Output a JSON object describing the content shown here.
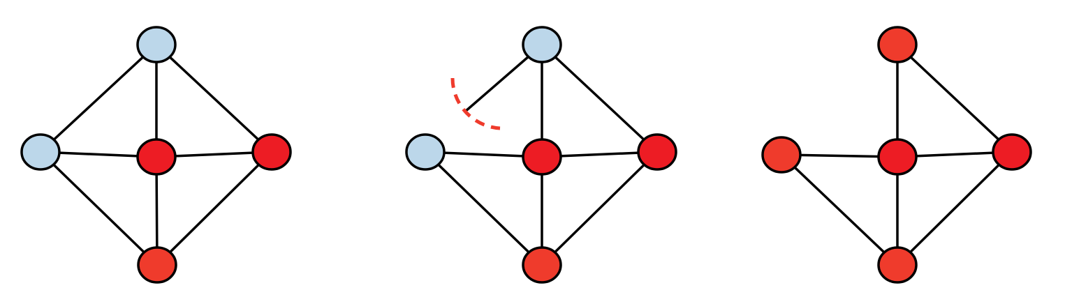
{
  "colors": {
    "susceptible": "#bcd7ea",
    "infected_core": "#ed1c24",
    "infected": "#ef3b2c",
    "edge": "#000000",
    "removed_edge_marker": "#ef3b2c"
  },
  "panels": [
    {
      "id": "panel-1",
      "nodes": [
        {
          "id": "top",
          "state": "susceptible"
        },
        {
          "id": "left",
          "state": "susceptible"
        },
        {
          "id": "center",
          "state": "infected_core"
        },
        {
          "id": "right",
          "state": "infected_core"
        },
        {
          "id": "bottom",
          "state": "infected"
        }
      ],
      "edges": [
        [
          "top",
          "left"
        ],
        [
          "top",
          "center"
        ],
        [
          "top",
          "right"
        ],
        [
          "left",
          "center"
        ],
        [
          "center",
          "right"
        ],
        [
          "left",
          "bottom"
        ],
        [
          "center",
          "bottom"
        ],
        [
          "right",
          "bottom"
        ]
      ],
      "removed_edges": []
    },
    {
      "id": "panel-2",
      "nodes": [
        {
          "id": "top",
          "state": "susceptible"
        },
        {
          "id": "left",
          "state": "susceptible"
        },
        {
          "id": "center",
          "state": "infected_core"
        },
        {
          "id": "right",
          "state": "infected_core"
        },
        {
          "id": "bottom",
          "state": "infected"
        }
      ],
      "edges": [
        [
          "top",
          "center"
        ],
        [
          "top",
          "right"
        ],
        [
          "left",
          "center"
        ],
        [
          "center",
          "right"
        ],
        [
          "left",
          "bottom"
        ],
        [
          "center",
          "bottom"
        ],
        [
          "right",
          "bottom"
        ]
      ],
      "removed_edges": [
        [
          "top",
          "left"
        ]
      ]
    },
    {
      "id": "panel-3",
      "nodes": [
        {
          "id": "top",
          "state": "infected"
        },
        {
          "id": "left",
          "state": "infected"
        },
        {
          "id": "center",
          "state": "infected_core"
        },
        {
          "id": "right",
          "state": "infected_core"
        },
        {
          "id": "bottom",
          "state": "infected"
        }
      ],
      "edges": [
        [
          "top",
          "center"
        ],
        [
          "top",
          "right"
        ],
        [
          "left",
          "center"
        ],
        [
          "center",
          "right"
        ],
        [
          "left",
          "bottom"
        ],
        [
          "center",
          "bottom"
        ],
        [
          "right",
          "bottom"
        ]
      ],
      "removed_edges": []
    }
  ]
}
